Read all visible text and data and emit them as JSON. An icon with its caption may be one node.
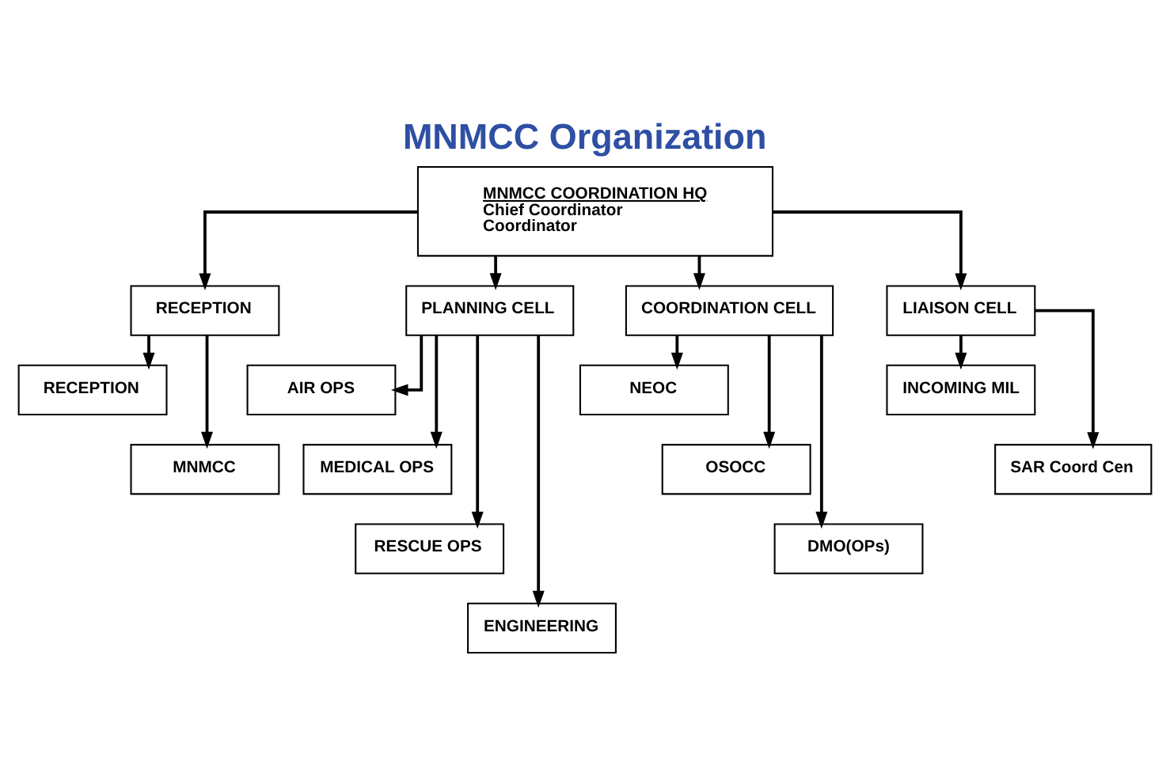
{
  "diagram": {
    "title": "MNMCC Organization",
    "nodes": [
      {
        "text": [
          "MNMCC COORDINATION HQ",
          "Chief Coordinator",
          "Coordinator"
        ]
      },
      {
        "text": [
          "RECEPTION"
        ]
      },
      {
        "text": [
          "PLANNING CELL"
        ]
      },
      {
        "text": [
          "COORDINATION CELL"
        ]
      },
      {
        "text": [
          "LIAISON CELL"
        ]
      },
      {
        "text": [
          "RECEPTION"
        ]
      },
      {
        "text": [
          "MNMCC"
        ]
      },
      {
        "text": [
          "AIR OPS"
        ]
      },
      {
        "text": [
          "MEDICAL OPS"
        ]
      },
      {
        "text": [
          "RESCUE OPS"
        ]
      },
      {
        "text": [
          "ENGINEERING"
        ]
      },
      {
        "text": [
          "NEOC"
        ]
      },
      {
        "text": [
          "OSOCC"
        ]
      },
      {
        "text": [
          "DMO(OPs)"
        ]
      },
      {
        "text": [
          "INCOMING MIL"
        ]
      },
      {
        "text": [
          "SAR Coord Cen"
        ]
      }
    ],
    "edges": [
      {
        "from": 0,
        "to": 1,
        "arrow": "to"
      },
      {
        "from": 0,
        "to": 2,
        "arrow": "to"
      },
      {
        "from": 0,
        "to": 3,
        "arrow": "to"
      },
      {
        "from": 0,
        "to": 4,
        "arrow": "to"
      },
      {
        "from": 1,
        "to": 5,
        "arrow": "to"
      },
      {
        "from": 1,
        "to": 6,
        "arrow": "to"
      },
      {
        "from": 2,
        "to": 7,
        "arrow": "to"
      },
      {
        "from": 2,
        "to": 8,
        "arrow": "to"
      },
      {
        "from": 2,
        "to": 9,
        "arrow": "to"
      },
      {
        "from": 2,
        "to": 10,
        "arrow": "to"
      },
      {
        "from": 3,
        "to": 11,
        "arrow": "to"
      },
      {
        "from": 3,
        "to": 12,
        "arrow": "to"
      },
      {
        "from": 3,
        "to": 13,
        "arrow": "to"
      },
      {
        "from": 4,
        "to": 14,
        "arrow": "to"
      },
      {
        "from": 4,
        "to": 15,
        "arrow": "to"
      }
    ]
  }
}
